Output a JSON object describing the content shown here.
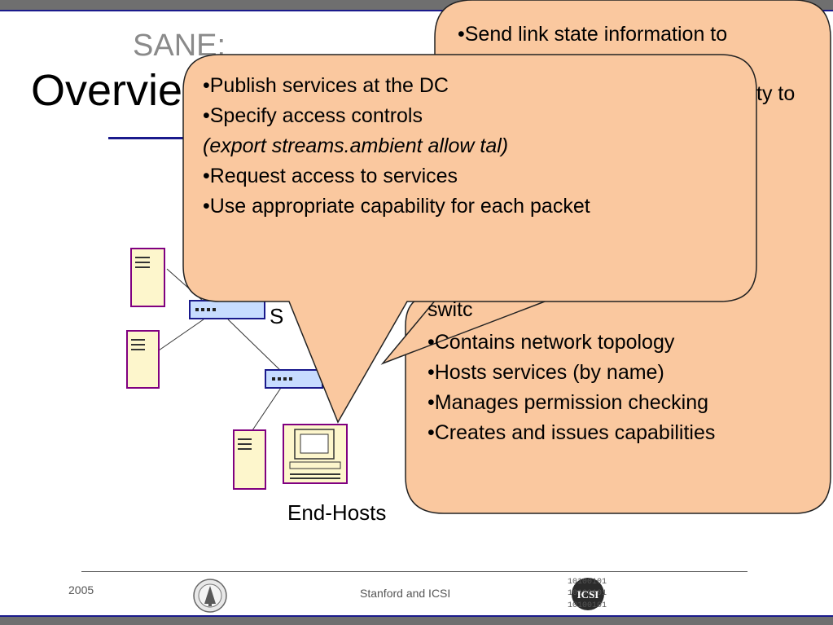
{
  "slide": {
    "title_small": "SANE:",
    "title_big": "Overvie",
    "labels": {
      "end_hosts": "End-Hosts",
      "s": "S",
      "switch_partial": "switc"
    }
  },
  "callout_dc": {
    "lines": [
      "•Send link state information to",
      "ty to",
      "•Contains network topology",
      "•Hosts services (by name)",
      "•Manages permission checking",
      "•Creates and issues capabilities"
    ]
  },
  "callout_hosts": {
    "lines": [
      "•Publish services at the DC",
      "•Specify access controls",
      "(export streams.ambient allow tal)",
      "•Request access to services",
      "•Use appropriate capability for each packet"
    ]
  },
  "footer": {
    "year": "2005",
    "center": "Stanford and ICSI",
    "logo_text": "ICSI",
    "logo_bits": [
      "10100101",
      "10100101",
      "10100101"
    ]
  },
  "colors": {
    "callout_fill": "#fac89f",
    "server_fill": "#fdf6cc",
    "device_border": "#800080",
    "switch_fill": "#c7dcff",
    "switch_border": "#1a1a8c",
    "bar": "#6f6f6f"
  }
}
